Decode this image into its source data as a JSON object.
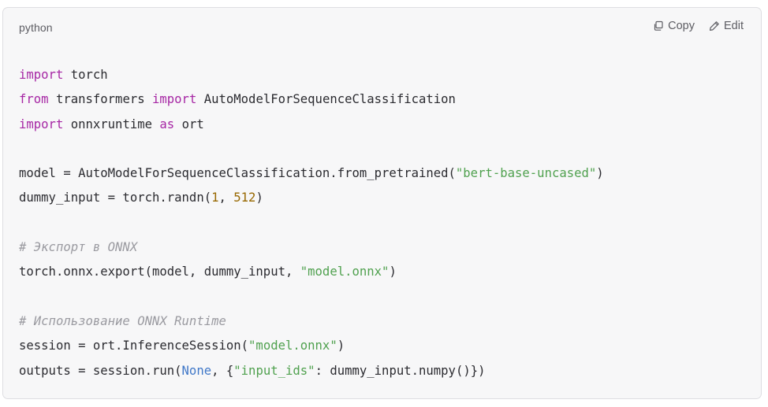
{
  "header": {
    "language": "python",
    "copy_label": "Copy",
    "edit_label": "Edit",
    "copy_icon": "copy-icon",
    "edit_icon": "pencil-icon"
  },
  "colors": {
    "keyword": "#a626a4",
    "string": "#50a14f",
    "number": "#986801",
    "constant": "#4078c8",
    "comment": "#9a9aa0",
    "text": "#2b2b30",
    "background": "#f7f7f8"
  },
  "code": {
    "lines": [
      [
        {
          "t": "kw",
          "v": "import"
        },
        {
          "t": "pl",
          "v": " torch"
        }
      ],
      [
        {
          "t": "kw",
          "v": "from"
        },
        {
          "t": "pl",
          "v": " transformers "
        },
        {
          "t": "kw",
          "v": "import"
        },
        {
          "t": "pl",
          "v": " AutoModelForSequenceClassification"
        }
      ],
      [
        {
          "t": "kw",
          "v": "import"
        },
        {
          "t": "pl",
          "v": " onnxruntime "
        },
        {
          "t": "kw",
          "v": "as"
        },
        {
          "t": "pl",
          "v": " ort"
        }
      ],
      [],
      [
        {
          "t": "pl",
          "v": "model = AutoModelForSequenceClassification.from_pretrained("
        },
        {
          "t": "str",
          "v": "\"bert-base-uncased\""
        },
        {
          "t": "pl",
          "v": ")"
        }
      ],
      [
        {
          "t": "pl",
          "v": "dummy_input = torch.randn("
        },
        {
          "t": "num",
          "v": "1"
        },
        {
          "t": "pl",
          "v": ", "
        },
        {
          "t": "num",
          "v": "512"
        },
        {
          "t": "pl",
          "v": ")"
        }
      ],
      [],
      [
        {
          "t": "cmt",
          "v": "# Экспорт в ONNX"
        }
      ],
      [
        {
          "t": "pl",
          "v": "torch.onnx.export(model, dummy_input, "
        },
        {
          "t": "str",
          "v": "\"model.onnx\""
        },
        {
          "t": "pl",
          "v": ")"
        }
      ],
      [],
      [
        {
          "t": "cmt",
          "v": "# Использование ONNX Runtime"
        }
      ],
      [
        {
          "t": "pl",
          "v": "session = ort.InferenceSession("
        },
        {
          "t": "str",
          "v": "\"model.onnx\""
        },
        {
          "t": "pl",
          "v": ")"
        }
      ],
      [
        {
          "t": "pl",
          "v": "outputs = session.run("
        },
        {
          "t": "const",
          "v": "None"
        },
        {
          "t": "pl",
          "v": ", {"
        },
        {
          "t": "str",
          "v": "\"input_ids\""
        },
        {
          "t": "pl",
          "v": ": dummy_input.numpy()})"
        }
      ]
    ]
  }
}
